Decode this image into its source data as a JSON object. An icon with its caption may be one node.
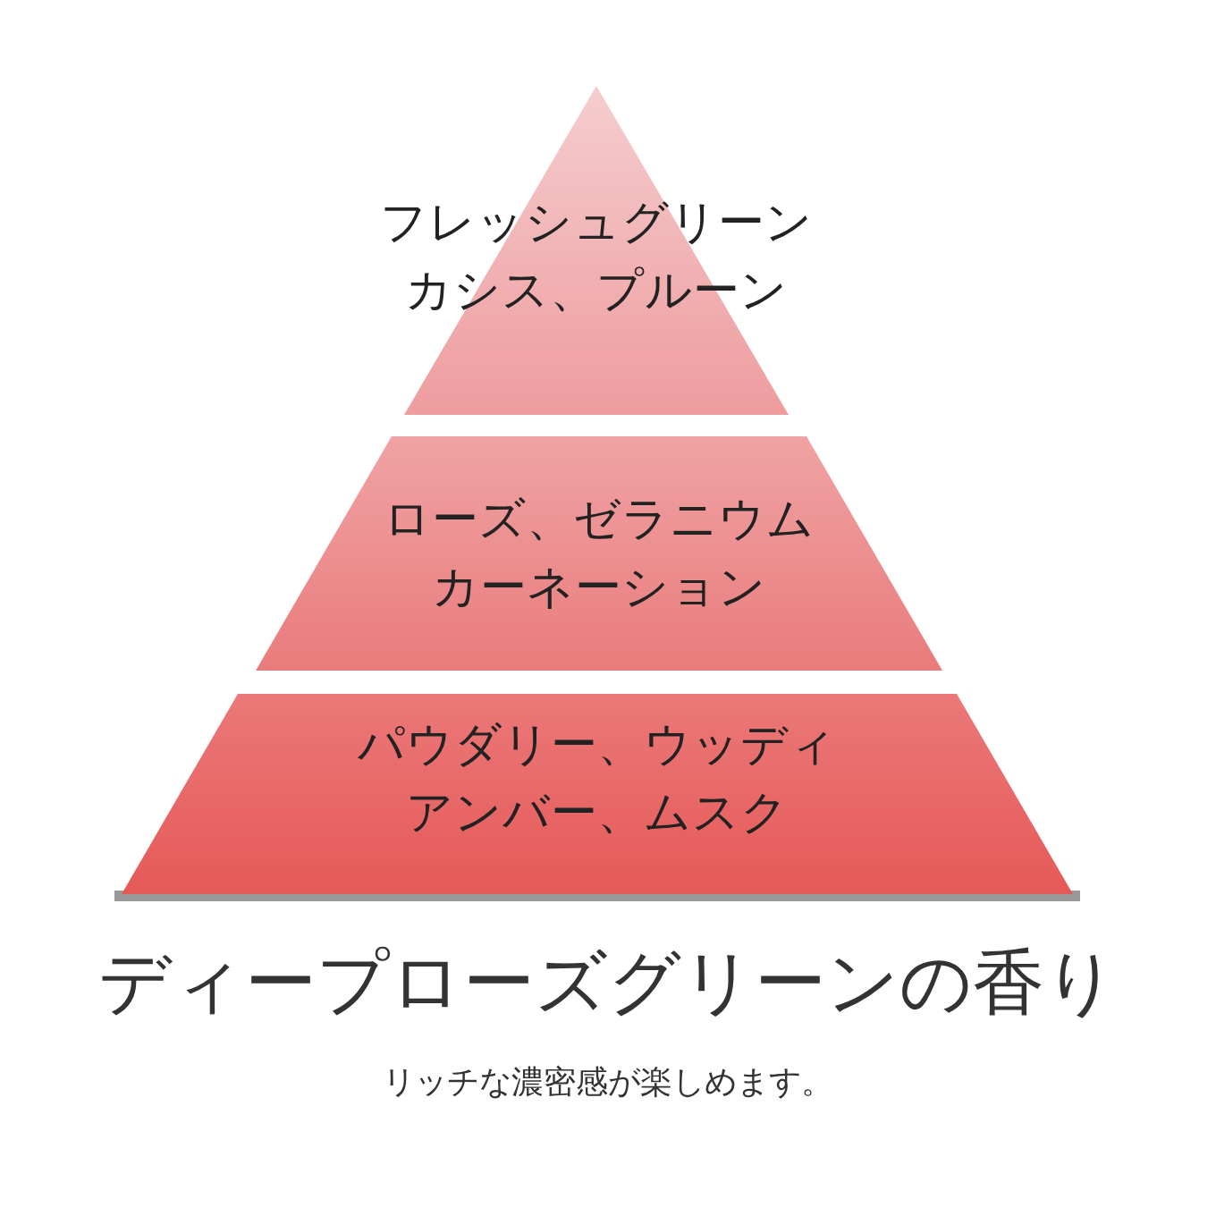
{
  "diagram": {
    "title": "ディープローズグリーンの香り",
    "caption": "リッチな濃密感が楽しめます。",
    "nodes": [
      {
        "text": [
          "フレッシュグリーン",
          "カシス、プルーン"
        ]
      },
      {
        "text": [
          "ローズ、ゼラニウム",
          "カーネーション"
        ]
      },
      {
        "text": [
          "パウダリー、ウッディ",
          "アンバー、ムスク"
        ]
      }
    ],
    "edges": []
  }
}
